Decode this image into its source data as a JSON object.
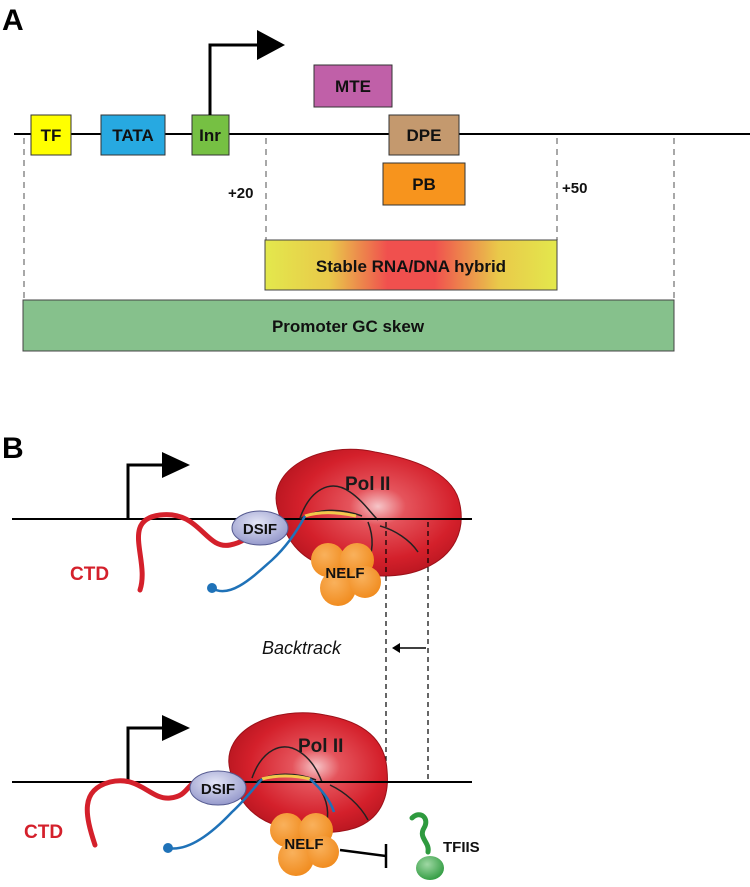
{
  "panel_a": {
    "letter": "A",
    "elements": {
      "tf": "TF",
      "tata": "TATA",
      "inr": "Inr",
      "mte": "MTE",
      "dpe": "DPE",
      "pb": "PB"
    },
    "positions": {
      "plus20": "+20",
      "plus50": "+50"
    },
    "bars": {
      "hybrid": "Stable RNA/DNA hybrid",
      "gc_skew": "Promoter GC skew"
    },
    "colors": {
      "tf": "#ffff00",
      "tata": "#27a9e1",
      "inr": "#76c043",
      "mte": "#c060a8",
      "dpe": "#c4996e",
      "pb": "#f7941d",
      "gc_skew": "#86c18c"
    }
  },
  "panel_b": {
    "letter": "B",
    "top": {
      "pol": "Pol II",
      "dsif": "DSIF",
      "nelf": "NELF",
      "ctd": "CTD"
    },
    "middle": {
      "backtrack": "Backtrack"
    },
    "bottom": {
      "pol": "Pol II",
      "dsif": "DSIF",
      "nelf": "NELF",
      "ctd": "CTD",
      "tfiis": "TFIIS"
    },
    "colors": {
      "pol": "#d4202b",
      "dsif": "#9b9fd0",
      "nelf": "#f7941d",
      "ctd": "#d4202b",
      "rna": "#1f72b8",
      "tfiis": "#3aa847"
    }
  }
}
